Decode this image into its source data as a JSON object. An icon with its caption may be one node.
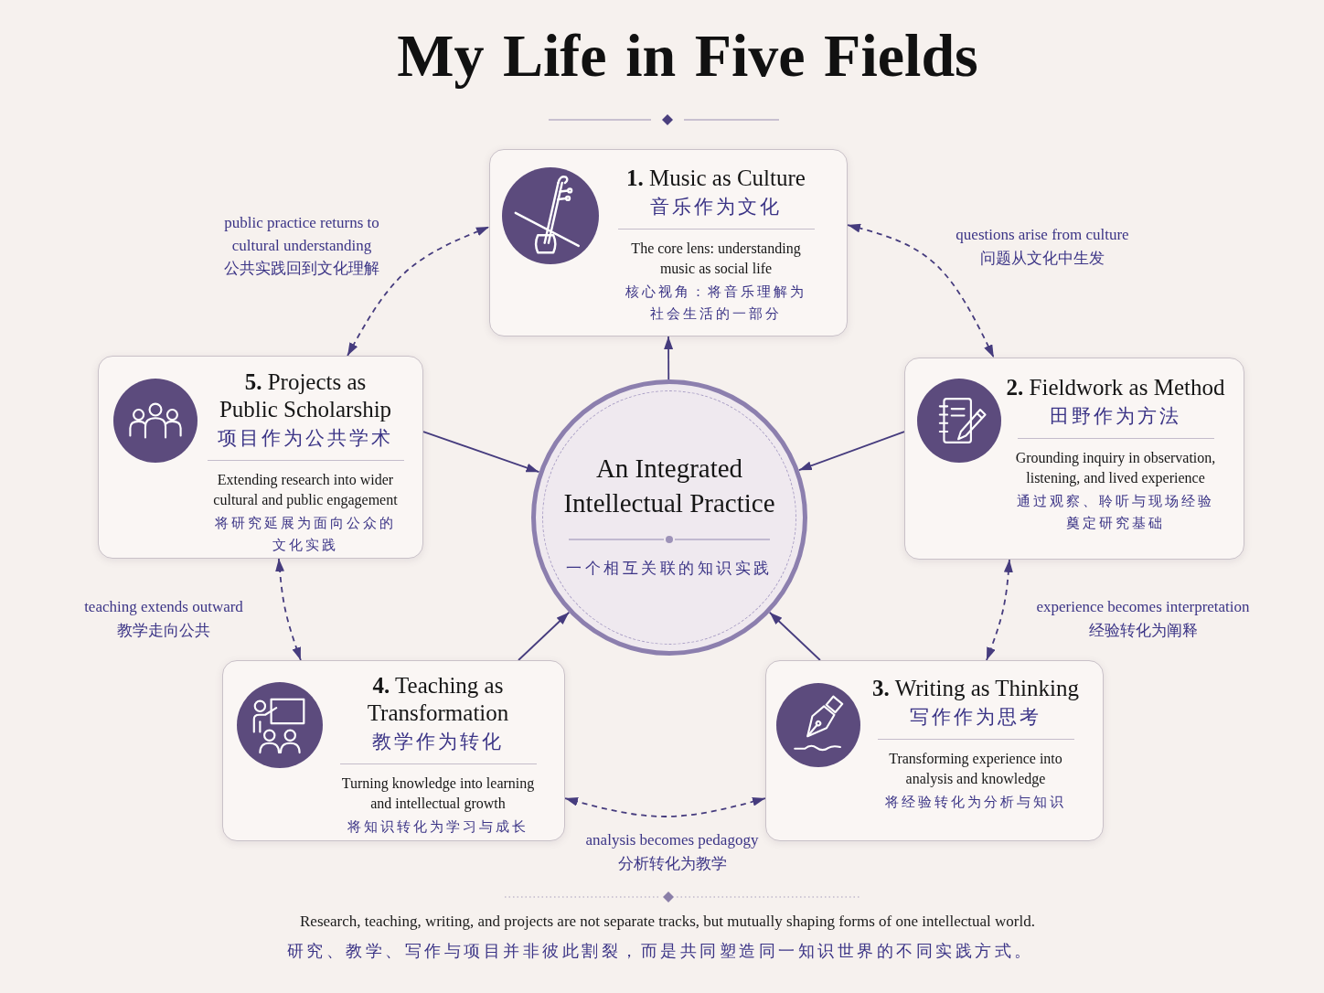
{
  "diagram": {
    "title": "My Life in Five Fields",
    "caption": "Research, teaching, writing, and projects are not separate tracks, but mutually shaping forms of one intellectual world.",
    "nodes": [
      {
        "text": [
          "**1.** Music as Culture",
          "音乐作为文化",
          "The core lens: understanding music as social life",
          "核心视角：将音乐理解为社会生活的一部分"
        ]
      },
      {
        "text": [
          "**2.** Fieldwork as Method",
          "田野作为方法",
          "Grounding inquiry in observation, listening, and lived experience",
          "通过观察、聆听与现场经验奠定研究基础"
        ]
      },
      {
        "text": [
          "**3.** Writing as Thinking",
          "写作作为思考",
          "Transforming experience into analysis and knowledge",
          "将经验转化为分析与知识"
        ]
      },
      {
        "text": [
          "**4.** Teaching as Transformation",
          "教学作为转化",
          "Turning knowledge into learning and intellectual growth",
          "将知识转化为学习与成长"
        ]
      },
      {
        "text": [
          "**5.** Projects as Public Scholarship",
          "项目作为公共学术",
          "Extending research into wider cultural and public engagement",
          "将研究延展为面向公众的文化实践"
        ]
      },
      {
        "text": [
          "An Integrated Intellectual Practice",
          "一个相互关联的知识实践"
        ]
      }
    ],
    "edges": [
      {
        "from": 5,
        "to": 0,
        "arrow": "to"
      },
      {
        "from": 1,
        "to": 5,
        "arrow": "to"
      },
      {
        "from": 2,
        "to": 5,
        "arrow": "to"
      },
      {
        "from": 3,
        "to": 5,
        "arrow": "to"
      },
      {
        "from": 4,
        "to": 5,
        "arrow": "to"
      },
      {
        "from": 0,
        "to": 1,
        "arrow": "both",
        "style": "dashed",
        "label": "questions arise from culture 问题从文化中生发"
      },
      {
        "from": 1,
        "to": 2,
        "arrow": "both",
        "style": "dashed",
        "label": "experience becomes interpretation 经验转化为阐释"
      },
      {
        "from": 2,
        "to": 3,
        "arrow": "both",
        "style": "dashed",
        "label": "analysis becomes pedagogy 分析转化为教学"
      },
      {
        "from": 3,
        "to": 4,
        "arrow": "both",
        "style": "dashed",
        "label": "teaching extends outward 教学走向公共"
      },
      {
        "from": 4,
        "to": 0,
        "arrow": "both",
        "style": "dashed",
        "label": "public practice returns to cultural understanding 公共实践回到文化理解"
      }
    ],
    "labels": [
      "研究、教学、写作与项目并非彼此割裂，而是共同塑造同一知识世界的不同实践方式。"
    ]
  }
}
